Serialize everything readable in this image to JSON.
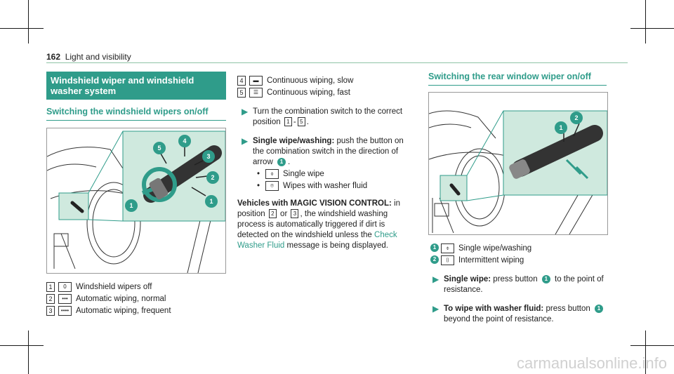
{
  "page": {
    "number": "162",
    "section": "Light and visibility"
  },
  "left": {
    "heading": "Windshield wiper and windshield washer system",
    "subheading": "Switching the windshield wipers on/off",
    "legend": [
      {
        "num": "1",
        "sym": "0",
        "text": "Windshield wipers off"
      },
      {
        "num": "2",
        "sym": "•••",
        "text": "Automatic wiping, normal"
      },
      {
        "num": "3",
        "sym": "••••",
        "text": "Automatic wiping, frequent"
      }
    ]
  },
  "middle": {
    "legend": [
      {
        "num": "4",
        "sym": "▬",
        "text": "Continuous wiping, slow"
      },
      {
        "num": "5",
        "sym": "☰",
        "text": "Continuous wiping, fast"
      }
    ],
    "step1": {
      "pre": "Turn the combination switch to the correct position",
      "n1": "1",
      "sep": "-",
      "n2": "5",
      "post": "."
    },
    "step2": {
      "bold": "Single wipe/washing:",
      "text": "push the button on the combination switch in the direction of arrow",
      "circ": "1",
      "post": "."
    },
    "bullets": [
      {
        "sym": "⌽",
        "text": "Single wipe"
      },
      {
        "sym": "⌾",
        "text": "Wipes with washer fluid"
      }
    ],
    "magic": {
      "bold": "Vehicles with MAGIC VISION CONTROL:",
      "pre": "in position",
      "n1": "2",
      "or": "or",
      "n2": "3",
      "text": ", the windshield washing process is automatically triggered if dirt is detected on the windshield unless the",
      "link": "Check Washer Fluid",
      "post": "message is being displayed."
    }
  },
  "right": {
    "subheading": "Switching the rear window wiper on/off",
    "legend": [
      {
        "circ": "1",
        "sym": "⌽",
        "text": "Single wipe/washing"
      },
      {
        "circ": "2",
        "sym": "⌷",
        "text": "Intermittent wiping"
      }
    ],
    "step1": {
      "bold": "Single wipe:",
      "pre": "press button",
      "circ": "1",
      "post": "to the point of resistance."
    },
    "step2": {
      "bold": "To wipe with washer fluid:",
      "pre": "press button",
      "circ": "1",
      "post": "beyond the point of resistance."
    }
  },
  "figures": {
    "left_callouts": [
      "5",
      "4",
      "3",
      "2",
      "1",
      "1"
    ],
    "right_callouts": [
      "2",
      "1"
    ]
  },
  "watermark": "carmanualsonline.info",
  "colors": {
    "accent": "#2f9c8a",
    "inset": "#cfe9de"
  }
}
